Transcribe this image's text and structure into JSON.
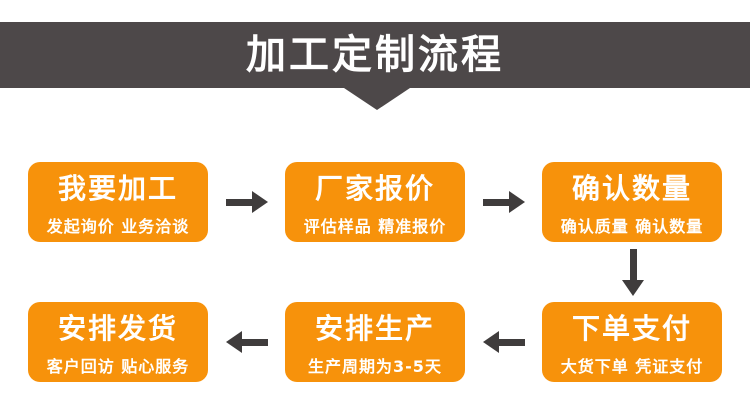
{
  "header": {
    "title": "加工定制流程"
  },
  "flow": {
    "row1": [
      {
        "title": "我要加工",
        "subtitle": "发起询价 业务洽谈"
      },
      {
        "title": "厂家报价",
        "subtitle": "评估样品 精准报价"
      },
      {
        "title": "确认数量",
        "subtitle": "确认质量 确认数量"
      }
    ],
    "row2": [
      {
        "title": "安排发货",
        "subtitle": "客户回访 贴心服务"
      },
      {
        "title": "安排生产",
        "subtitle": "生产周期为3-5天"
      },
      {
        "title": "下单支付",
        "subtitle": "大货下单 凭证支付"
      }
    ],
    "arrows": [
      {
        "from": "我要加工",
        "to": "厂家报价",
        "direction": "right"
      },
      {
        "from": "厂家报价",
        "to": "确认数量",
        "direction": "right"
      },
      {
        "from": "确认数量",
        "to": "下单支付",
        "direction": "down"
      },
      {
        "from": "下单支付",
        "to": "安排生产",
        "direction": "left"
      },
      {
        "from": "安排生产",
        "to": "安排发货",
        "direction": "left"
      }
    ]
  },
  "colors": {
    "box_orange": "#f7920b",
    "header_gray": "#4d4849",
    "arrow_gray": "#3f3c3c",
    "text_white": "#ffffff",
    "background": "#ffffff"
  }
}
